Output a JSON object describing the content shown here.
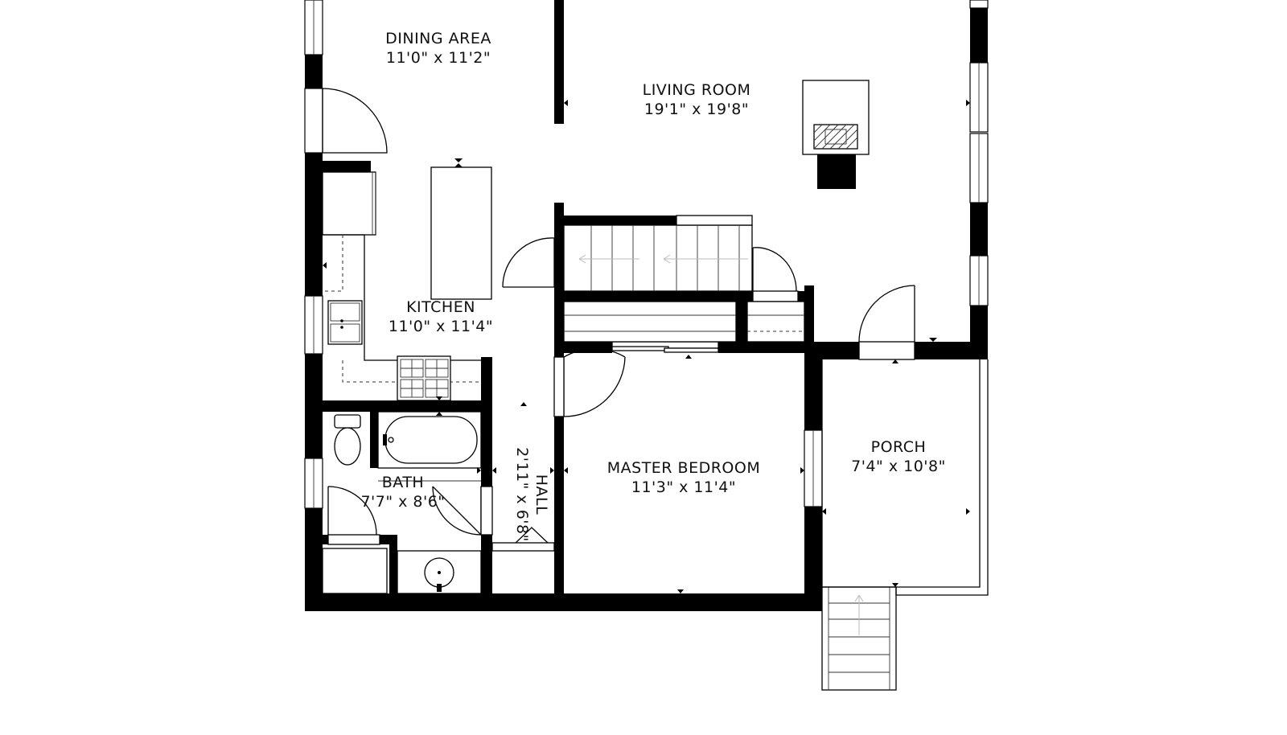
{
  "rooms": {
    "dining": {
      "name": "DINING AREA",
      "size": "11'0\" x 11'2\""
    },
    "living": {
      "name": "LIVING ROOM",
      "size": "19'1\" x 19'8\""
    },
    "kitchen": {
      "name": "KITCHEN",
      "size": "11'0\" x 11'4\""
    },
    "bath": {
      "name": "BATH",
      "size": "7'7\" x 8'6\""
    },
    "hall": {
      "name": "HALL",
      "size": "2'11\" x 6'8\""
    },
    "master": {
      "name": "MASTER BEDROOM",
      "size": "11'3\" x 11'4\""
    },
    "porch": {
      "name": "PORCH",
      "size": "7'4\" x 10'8\""
    }
  },
  "colors": {
    "wall": "#000000",
    "background": "#ffffff",
    "line": "#000000"
  }
}
